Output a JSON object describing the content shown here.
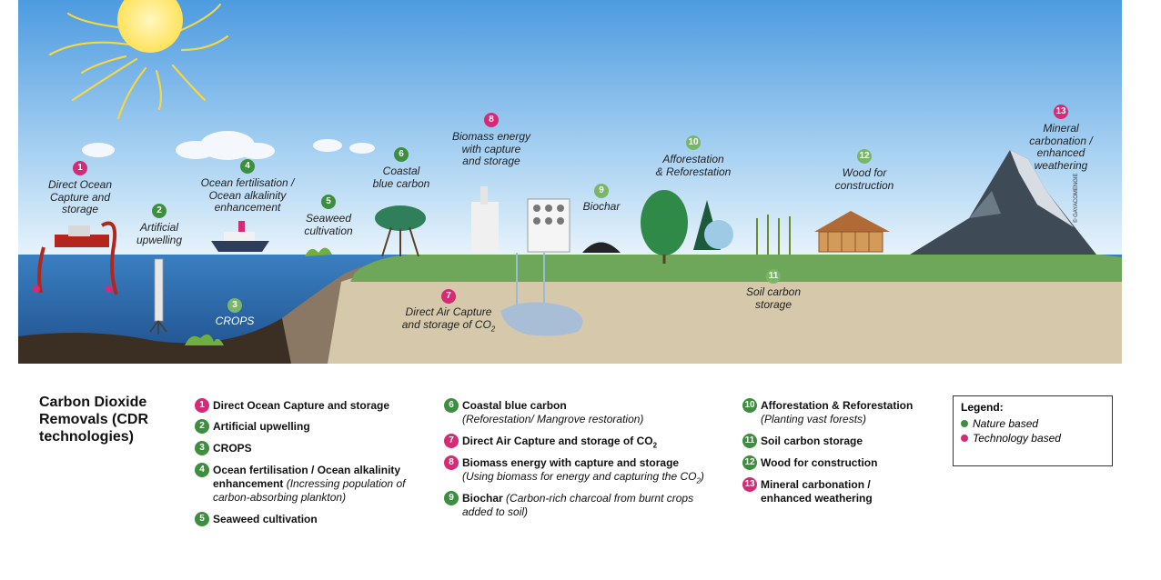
{
  "colors": {
    "nature": "#3e8e3f",
    "technology": "#d52a75",
    "sky": "#5aa8e2",
    "sea": "#2f6fb0",
    "land": "#6ea65a",
    "soil": "#d8c8a8"
  },
  "scene": {
    "labels": [
      {
        "n": "1",
        "type": "tech",
        "line1": "Direct Ocean",
        "line2": "Capture and",
        "line3": "storage"
      },
      {
        "n": "2",
        "type": "nature",
        "line1": "Artificial",
        "line2": "upwelling"
      },
      {
        "n": "3",
        "type": "nature",
        "line1": "CROPS"
      },
      {
        "n": "4",
        "type": "nature",
        "line1": "Ocean fertilisation /",
        "line2": "Ocean alkalinity",
        "line3": "enhancement"
      },
      {
        "n": "5",
        "type": "nature",
        "line1": "Seaweed",
        "line2": "cultivation"
      },
      {
        "n": "6",
        "type": "nature",
        "line1": "Coastal",
        "line2": "blue carbon"
      },
      {
        "n": "7",
        "type": "tech",
        "line1": "Direct Air Capture",
        "line2": "and storage of CO",
        "sub": "2"
      },
      {
        "n": "8",
        "type": "tech",
        "line1": "Biomass energy",
        "line2": "with capture",
        "line3": "and storage"
      },
      {
        "n": "9",
        "type": "nature",
        "line1": "Biochar"
      },
      {
        "n": "10",
        "type": "nature",
        "line1": "Afforestation",
        "line2": "& Reforestation"
      },
      {
        "n": "11",
        "type": "nature",
        "line1": "Soil carbon",
        "line2": "storage"
      },
      {
        "n": "12",
        "type": "nature",
        "line1": "Wood for",
        "line2": "construction"
      },
      {
        "n": "13",
        "type": "tech",
        "line1": "Mineral",
        "line2": "carbonation /",
        "line3": "enhanced",
        "line4": "weathering"
      }
    ],
    "credit": "© GAYACOMENGIE"
  },
  "legend_section": {
    "title_line1": "Carbon Dioxide",
    "title_line2": "Removals (CDR",
    "title_line3": "technologies)",
    "items": [
      {
        "n": "1",
        "title": "Direct Ocean Capture and storage"
      },
      {
        "n": "2",
        "title": "Artificial upwelling"
      },
      {
        "n": "3",
        "title": "CROPS"
      },
      {
        "n": "4",
        "title": "Ocean fertilisation / Ocean alkalinity",
        "title2": "enhancement",
        "sub": "(Incressing population of",
        "sub2": "carbon-absorbing plankton)"
      },
      {
        "n": "5",
        "title": "Seaweed cultivation"
      },
      {
        "n": "6",
        "title": "Coastal blue carbon",
        "sub": "(Reforestation/ Mangrove restoration)"
      },
      {
        "n": "7",
        "title": "Direct Air Capture and storage of CO",
        "sub_script": "2"
      },
      {
        "n": "8",
        "title": "Biomass energy with capture and storage",
        "sub": "(Using biomass for energy and capturing the CO",
        "sub_script": "2",
        "sub_end": ")"
      },
      {
        "n": "9",
        "title": "Biochar",
        "sub": "(Carbon-rich charcoal from burnt crops",
        "sub2": "added to soil)"
      },
      {
        "n": "10",
        "title": "Afforestation & Reforestation",
        "sub": "(Planting vast forests)"
      },
      {
        "n": "11",
        "title": "Soil carbon storage"
      },
      {
        "n": "12",
        "title": "Wood for construction"
      },
      {
        "n": "13",
        "title": "Mineral carbonation /",
        "title2": "enhanced weathering"
      }
    ],
    "legend_box": {
      "title": "Legend:",
      "nature": "Nature based",
      "technology": "Technology based"
    }
  }
}
